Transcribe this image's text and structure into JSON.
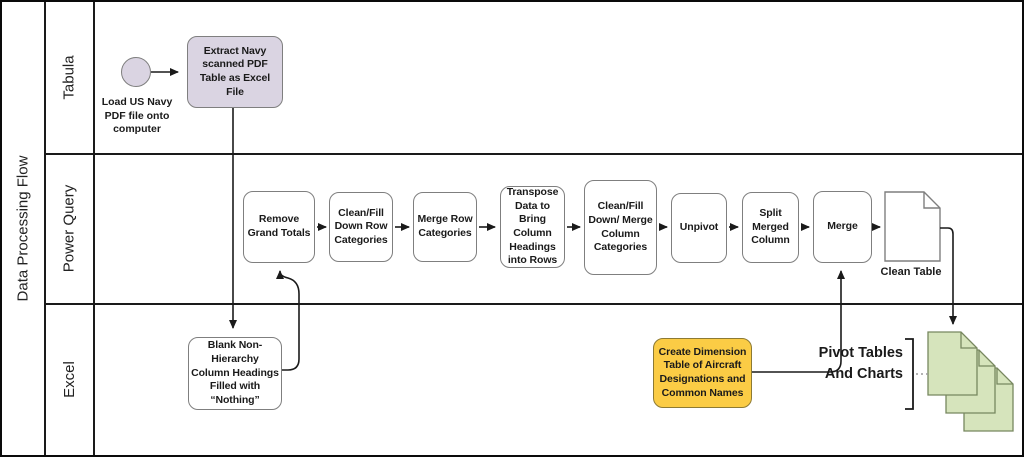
{
  "title": "Data Processing Flow",
  "lanes": [
    {
      "label": "Tabula"
    },
    {
      "label": "Power Query"
    },
    {
      "label": "Excel"
    }
  ],
  "tabula": {
    "start_event_label": "Load US Navy PDF file onto computer",
    "extract_step": "Extract Navy scanned PDF Table as Excel File"
  },
  "power_query": {
    "steps": [
      "Remove Grand Totals",
      "Clean/Fill Down Row Categories",
      "Merge Row Categories",
      "Transpose Data to Bring Column Headings into Rows",
      "Clean/Fill Down/ Merge Column Categories",
      "Unpivot",
      "Split Merged Column",
      "Merge"
    ],
    "output_document_label": "Clean Table"
  },
  "excel": {
    "blank_headings_step": "Blank Non-Hierarchy Column Headings Filled with “Nothing”",
    "dimension_table_step": "Create Dimension Table of Aircraft Designations and Common Names",
    "pivot_output_label": "Pivot Tables And Charts"
  },
  "colors": {
    "task_purple_fill": "#DAD4E2",
    "task_yellow_fill": "#FBCC45",
    "document_green_fill": "#D6E4BC",
    "document_green_border": "#77875F",
    "shape_border": "#7F7F7F",
    "connector": "#1A1A1A"
  }
}
